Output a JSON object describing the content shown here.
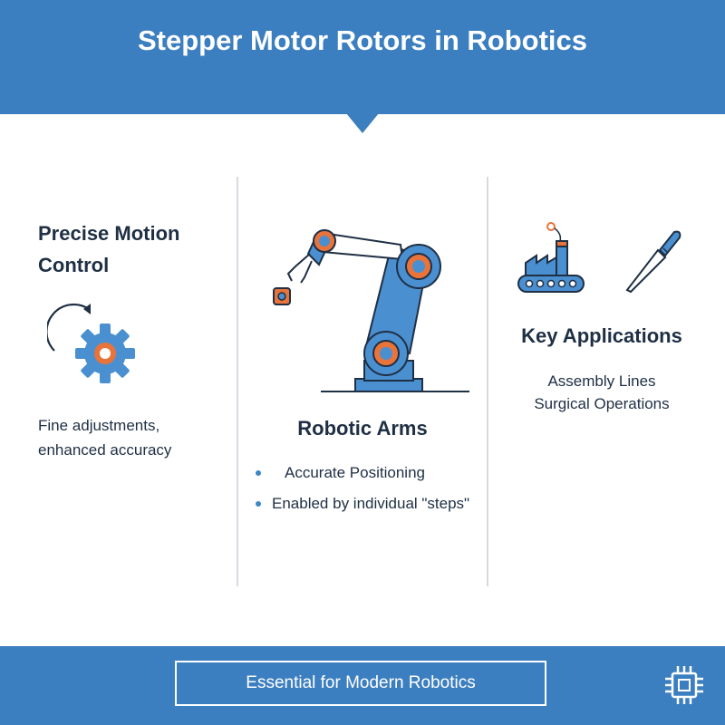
{
  "header": {
    "title": "Stepper Motor Rotors in Robotics"
  },
  "columns": {
    "precision": {
      "heading": "Precise Motion Control",
      "description": "Fine adjustments, enhanced accuracy",
      "icon": "gear-rotation-icon"
    },
    "robotic_arms": {
      "heading": "Robotic Arms",
      "bullets": [
        "Accurate Positioning",
        "Enabled by individual \"steps\""
      ],
      "icon": "robotic-arm-icon"
    },
    "applications": {
      "heading": "Key Applications",
      "items": [
        "Assembly Lines",
        "Surgical Operations"
      ],
      "icons": [
        "factory-icon",
        "scalpel-icon"
      ]
    }
  },
  "footer": {
    "label": "Essential for Modern Robotics",
    "icon": "microchip-icon"
  },
  "colors": {
    "primary_blue": "#3c7fc0",
    "icon_blue": "#4a8fd0",
    "accent_orange": "#e8743b",
    "text_dark": "#1f2f44"
  }
}
